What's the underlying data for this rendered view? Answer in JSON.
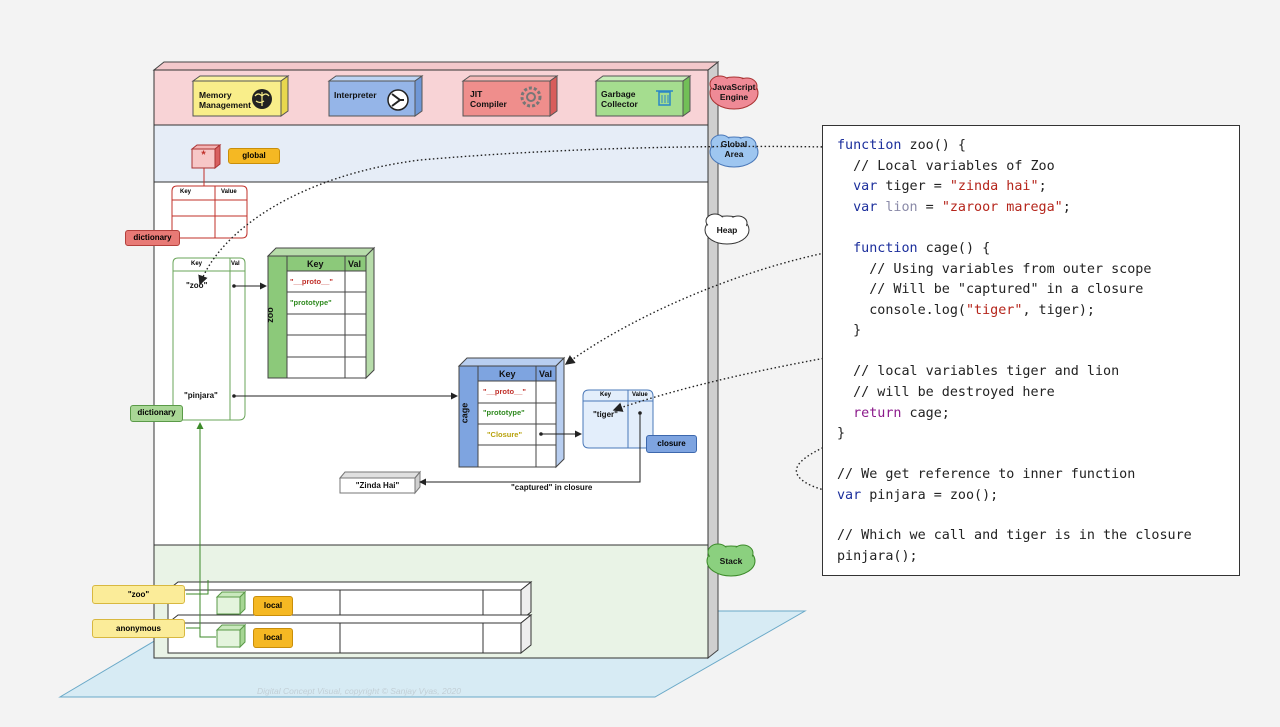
{
  "engine": {
    "components": [
      {
        "label": "Memory\nManagement",
        "icon": "brain-icon"
      },
      {
        "label": "Interpreter",
        "icon": "interpreter-icon"
      },
      {
        "label": "JIT\nCompiler",
        "icon": "gear-icon"
      },
      {
        "label": "Garbage\nCollector",
        "icon": "trash-icon"
      }
    ],
    "clouds": {
      "engine": "JavaScript\nEngine",
      "global": "Global\nArea",
      "heap": "Heap",
      "stack": "Stack"
    }
  },
  "global_area": {
    "star": "*",
    "global_tag": "global"
  },
  "heap": {
    "global_dict": {
      "key": "Key",
      "value": "Value",
      "tag": "dictionary"
    },
    "window_dict": {
      "key": "Key",
      "val": "Val",
      "zoo_key": "\"zoo\"",
      "pinjara_key": "\"pinjara\"",
      "tag": "dictionary"
    },
    "zoo_obj": {
      "side": "zoo",
      "key": "Key",
      "val": "Val",
      "rows": [
        "\"__proto__\"",
        "\"prototype\""
      ]
    },
    "cage_obj": {
      "side": "cage",
      "key": "Key",
      "val": "Val",
      "rows": [
        "\"__proto__\"",
        "\"prototype\"",
        "\"Closure\""
      ]
    },
    "closure": {
      "key": "Key",
      "value": "Value",
      "row": "\"tiger\"",
      "tag": "closure"
    },
    "zinda_hai": "\"Zinda Hai\"",
    "captured_label": "\"captured\" in closure"
  },
  "stack": {
    "frames": [
      {
        "name": "\"zoo\"",
        "tag": "local"
      },
      {
        "name": "anonymous",
        "tag": "local"
      }
    ]
  },
  "copyright": "Digital Concept Visual, copyright © Sanjay Vyas, 2020",
  "code": {
    "l1a": "function",
    "l1b": " zoo() {",
    "l2": "  // Local variables of Zoo",
    "l3a": "  var",
    "l3b": " tiger = ",
    "l3c": "\"zinda hai\"",
    "l3d": ";",
    "l4a": "  var",
    "l4b": " lion",
    "l4c": " = ",
    "l4d": "\"zaroor marega\"",
    "l4e": ";",
    "l6a": "  function",
    "l6b": " cage() {",
    "l7": "    // Using variables from outer scope",
    "l8": "    // Will be \"captured\" in a closure",
    "l9a": "    console.log(",
    "l9b": "\"tiger\"",
    "l9c": ", tiger);",
    "l10": "  }",
    "l12": "  // local variables tiger and lion",
    "l13": "  // will be destroyed here",
    "l14a": "  return",
    "l14b": " cage;",
    "l15": "}",
    "l17": "// We get reference to inner function",
    "l18a": "var",
    "l18b": " pinjara = zoo();",
    "l20": "// Which we call and tiger is in the closure",
    "l21": "pinjara();"
  }
}
